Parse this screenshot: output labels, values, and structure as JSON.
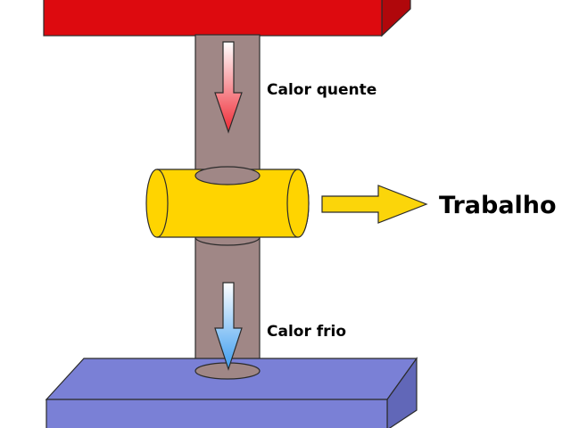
{
  "labels": {
    "hot_heat": "Calor quente",
    "cold_heat": "Calor frio",
    "work": "Trabalho"
  },
  "colors": {
    "hot_reservoir": "#dd0a0f",
    "hot_reservoir_dark": "#b0070b",
    "cold_reservoir": "#7a80d6",
    "cold_reservoir_dark": "#6167b8",
    "rod": "#a08786",
    "engine": "#ffd400",
    "work_arrow": "#fbd50a",
    "hot_arrow": "#ef2a35",
    "cold_arrow": "#3d9ef0",
    "outline": "#2b2b2b"
  }
}
